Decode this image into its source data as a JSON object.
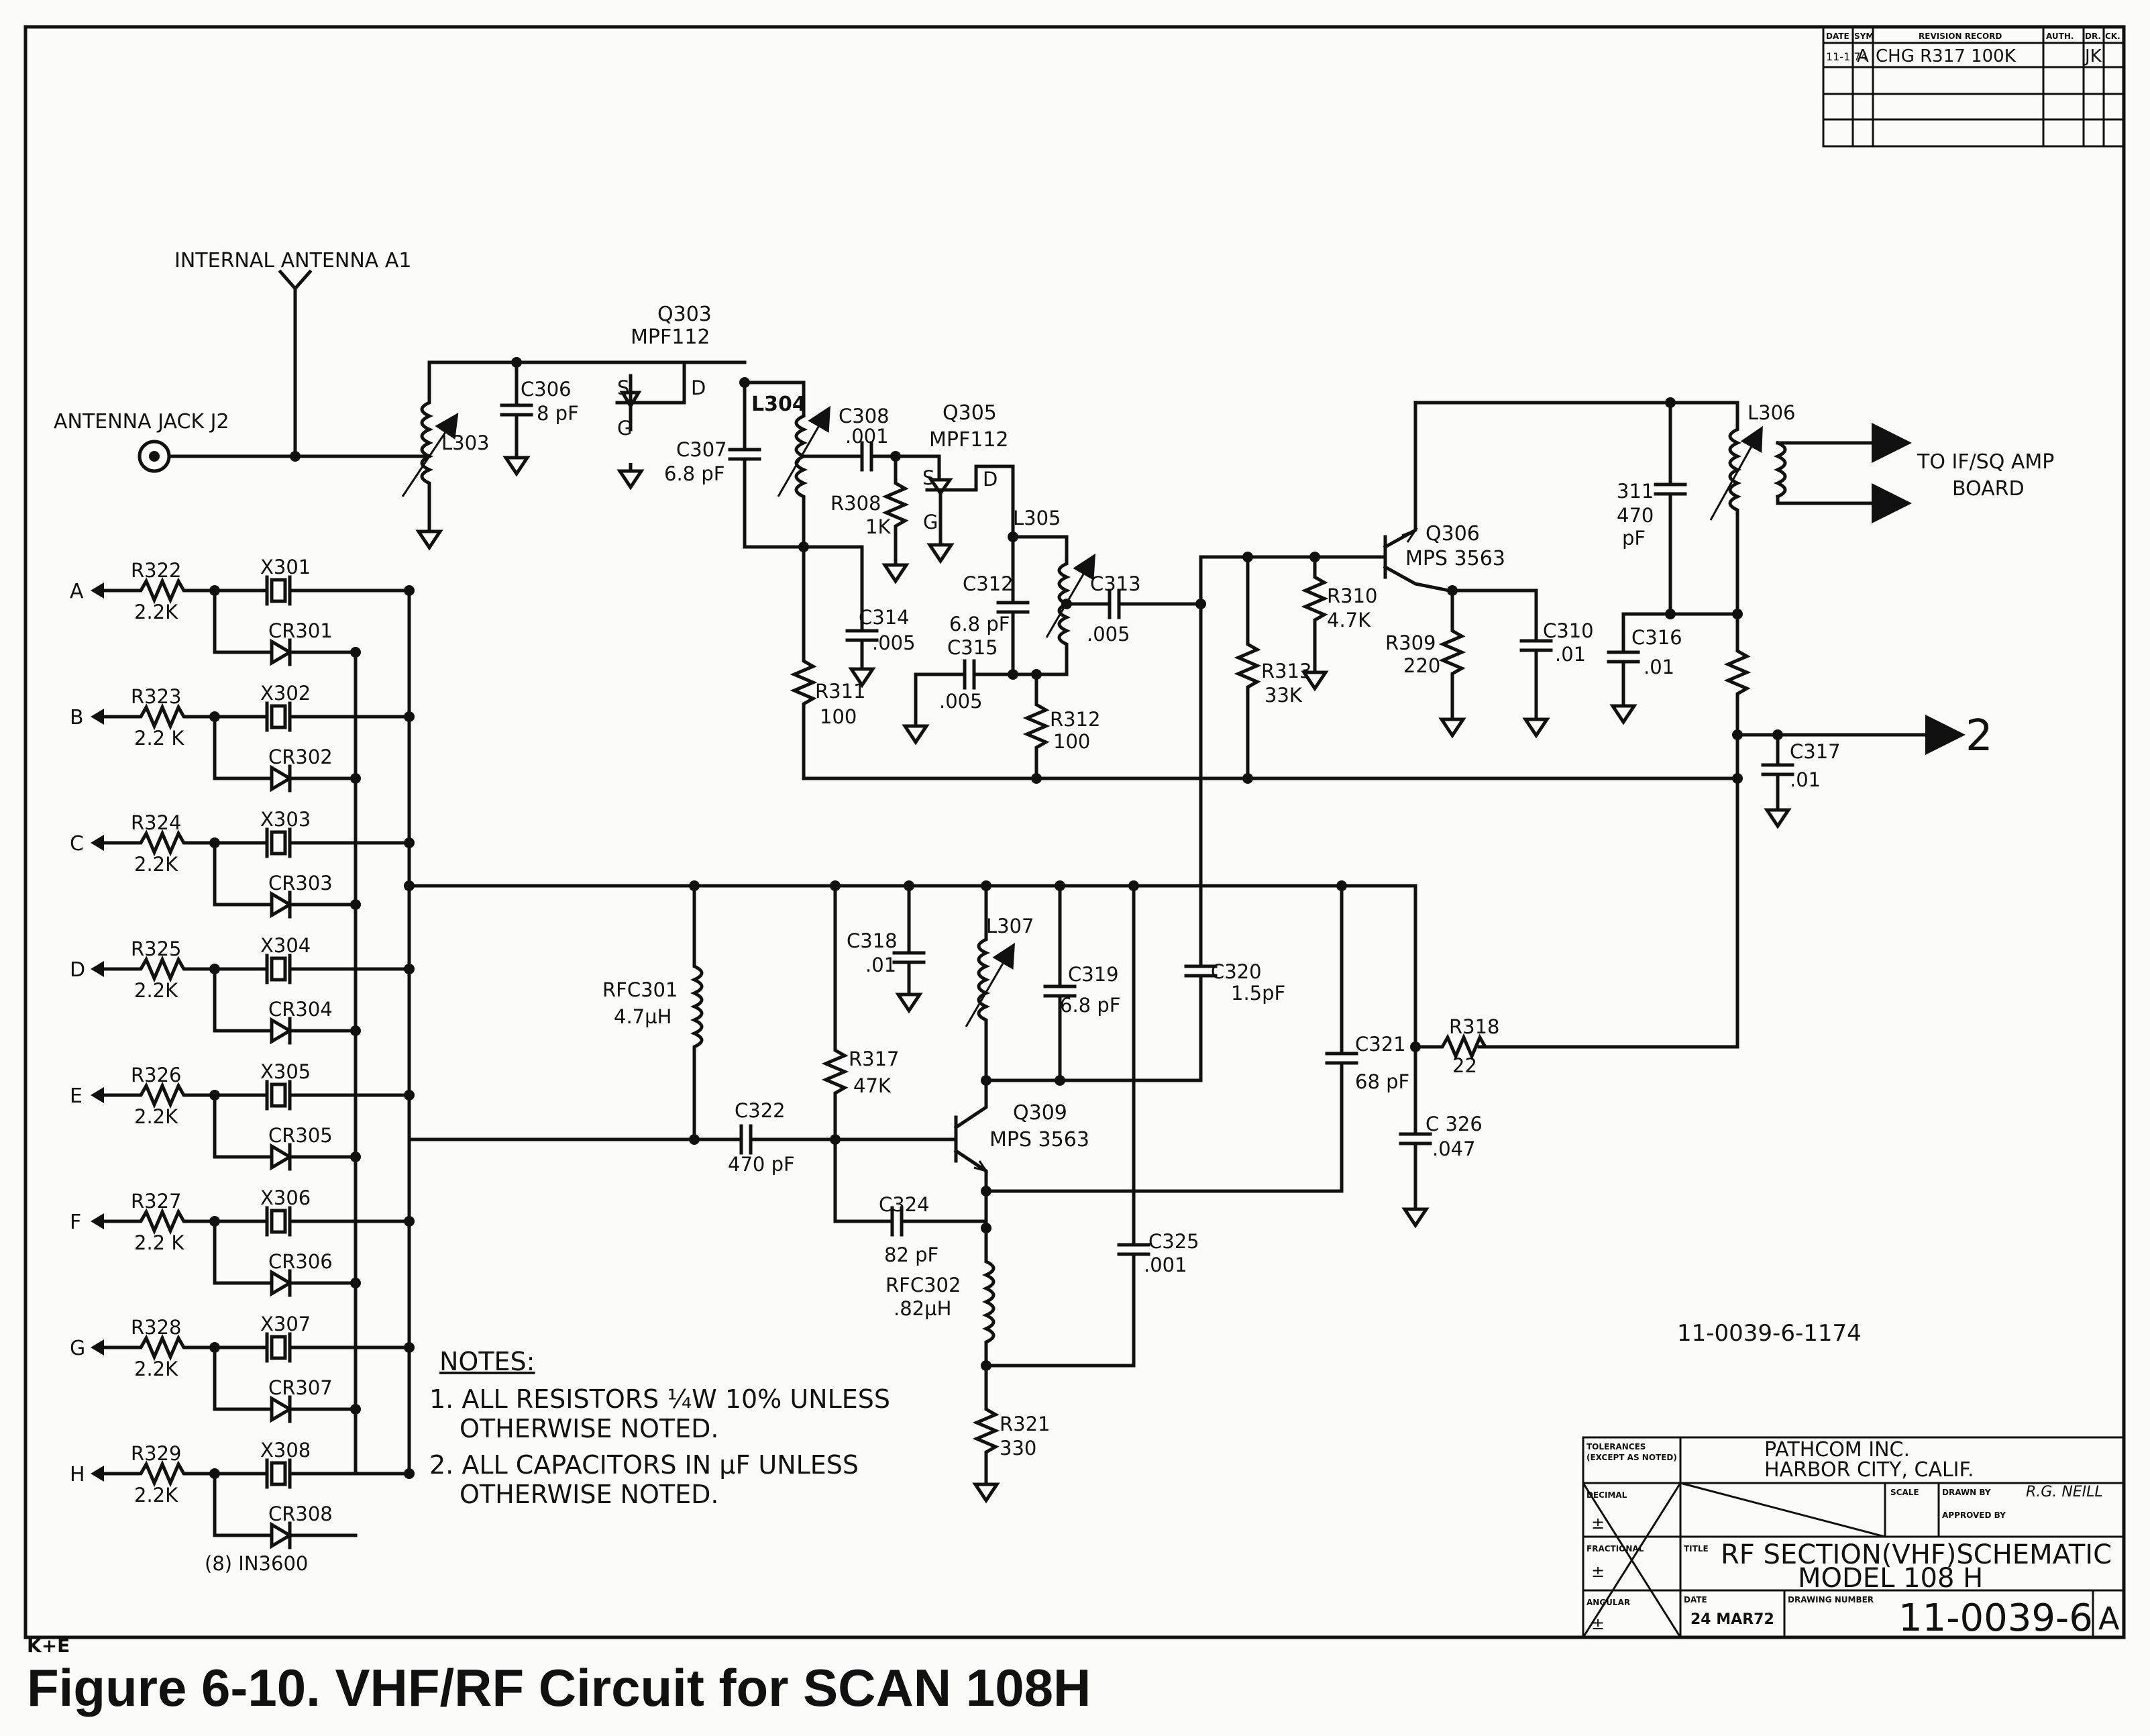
{
  "caption": "Figure 6-10.  VHF/RF Circuit for SCAN 108H",
  "connectors": {
    "antenna_jack": "ANTENNA JACK J2",
    "internal_antenna": "INTERNAL ANTENNA A1",
    "to_if": "TO IF/SQ AMP",
    "board": "BOARD",
    "out_2": "2"
  },
  "channels": [
    {
      "letter": "A",
      "resistor": "R322",
      "value": "2.2K",
      "crystal": "X301",
      "diode": "CR301"
    },
    {
      "letter": "B",
      "resistor": "R323",
      "value": "2.2 K",
      "crystal": "X302",
      "diode": "CR302"
    },
    {
      "letter": "C",
      "resistor": "R324",
      "value": "2.2K",
      "crystal": "X303",
      "diode": "CR303"
    },
    {
      "letter": "D",
      "resistor": "R325",
      "value": "2.2K",
      "crystal": "X304",
      "diode": "CR304"
    },
    {
      "letter": "E",
      "resistor": "R326",
      "value": "2.2K",
      "crystal": "X305",
      "diode": "CR305"
    },
    {
      "letter": "F",
      "resistor": "R327",
      "value": "2.2 K",
      "crystal": "X306",
      "diode": "CR306"
    },
    {
      "letter": "G",
      "resistor": "R328",
      "value": "2.2K",
      "crystal": "X307",
      "diode": "CR307"
    },
    {
      "letter": "H",
      "resistor": "R329",
      "value": "2.2K",
      "crystal": "X308",
      "diode": "CR308"
    }
  ],
  "diodes_note": "(8) IN3600",
  "components": {
    "Q303": "Q303",
    "Q303_type": "MPF112",
    "Q305": "Q305",
    "Q305_type": "MPF112",
    "Q306": "Q306",
    "Q306_type": "MPS 3563",
    "Q309": "Q309",
    "Q309_type": "MPS 3563",
    "C306": "C306",
    "C306_val": "8 pF",
    "L303": "L303",
    "L304": "L304",
    "L305": "L305",
    "L306": "L306",
    "L307": "L307",
    "C307": "C307",
    "C307_val": "6.8 pF",
    "C308": "C308",
    "C308_val": ".001",
    "R308": "R308",
    "R308_val": "1K",
    "C314": "C314",
    "C314_val": ".005",
    "R311": "R311",
    "R311_val": "100",
    "C312": "C312",
    "C312_val": "6.8 pF",
    "C315": "C315",
    "C315_val": ".005",
    "R312": "R312",
    "R312_val": "100",
    "C313": "C313",
    "C313_val": ".005",
    "R313": "R313",
    "R313_val": "33K",
    "R310": "R310",
    "R310_val": "4.7K",
    "R309": "R309",
    "R309_val": "220",
    "C310": "C310",
    "C310_val": ".01",
    "C311": "311",
    "C311_val": "470",
    "C311_unit": "pF",
    "C316": "C316",
    "C316_val": ".01",
    "C317": "C317",
    "C317_val": ".01",
    "RFC301": "RFC301",
    "RFC301_val": "4.7µH",
    "C318": "C318",
    "C318_val": ".01",
    "C319": "C319",
    "C319_val": "6.8 pF",
    "C320": "C320",
    "C320_val": "1.5pF",
    "C321": "C321",
    "C321_val": "68 pF",
    "R318": "R318",
    "R318_val": "22",
    "C326": "C 326",
    "C326_val": ".047",
    "R317": "R317",
    "R317_val": "47K",
    "C322": "C322",
    "C322_val": "470 pF",
    "C324": "C324",
    "C324_val": "82 pF",
    "RFC302": "RFC302",
    "RFC302_val": ".82µH",
    "C325": "C325",
    "C325_val": ".001",
    "R321": "R321",
    "R321_val": "330"
  },
  "notes": {
    "title": "NOTES:",
    "n1a": "1. ALL RESISTORS ¼W 10% UNLESS",
    "n1b": "OTHERWISE NOTED.",
    "n2a": "2. ALL CAPACITORS IN µF UNLESS",
    "n2b": "OTHERWISE NOTED."
  },
  "drawing_id": "11-0039-6-1174",
  "revision": {
    "date": "11-1 74",
    "sym": "A",
    "record": "CHG R317 100K",
    "auth": "JK",
    "headers": [
      "DATE",
      "SYM",
      "REVISION RECORD",
      "AUTH.",
      "DR.",
      "CK."
    ]
  },
  "title_block": {
    "company": "PATHCOM  INC.",
    "city": "HARBOR CITY, CALIF.",
    "drawn_by": "R.G. NEILL",
    "title1": "RF SECTION(VHF)SCHEMATIC",
    "title2": "MODEL  108 H",
    "date": "24 MAR72",
    "drawing_number": "11-0039-6",
    "rev": "A",
    "tolerances": "TOLERANCES",
    "tol_note": "(EXCEPT AS NOTED)",
    "decimal": "DECIMAL",
    "fractional": "FRACTIONAL",
    "angular": "ANGULAR",
    "scale": "SCALE",
    "drawn_lbl": "DRAWN BY",
    "approved": "APPROVED BY",
    "title_lbl": "TITLE",
    "date_lbl": "DATE",
    "dwg_lbl": "DRAWING NUMBER",
    "pm": "±",
    "ke": "K+E"
  }
}
